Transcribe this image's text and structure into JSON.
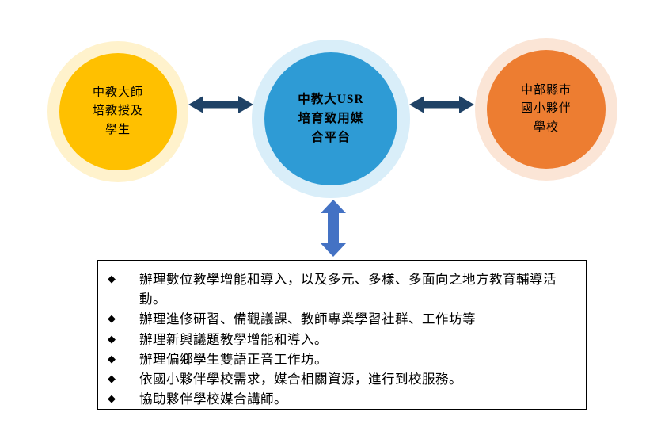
{
  "colors": {
    "left_fill": "#FFC000",
    "left_halo": "#FFF2CC",
    "center_fill": "#2E9BD5",
    "center_halo": "#D9EEF9",
    "right_fill": "#ED7D31",
    "right_halo": "#FBE5D6",
    "arrow_dark": "#1F4266",
    "arrow_blue": "#4472C4",
    "text": "#000000",
    "border": "#000000"
  },
  "diagram": {
    "nodes": {
      "left": {
        "lines": [
          "中教大師",
          "培教授及",
          "學生"
        ]
      },
      "center": {
        "lines": [
          "中教大USR",
          "培育致用媒",
          "合平台"
        ]
      },
      "right": {
        "lines": [
          "中部縣市",
          "國小夥伴",
          "學校"
        ]
      }
    },
    "list": {
      "bullet": "◆",
      "items": [
        "辦理數位教學增能和導入，以及多元、多樣、多面向之地方教育輔導活動。",
        "辦理進修研習、備觀議課、教師專業學習社群、工作坊等",
        "辦理新興議題教學增能和導入。",
        "辦理偏鄉學生雙語正音工作坊。",
        "依國小夥伴學校需求，媒合相關資源，進行到校服務。",
        "協助夥伴學校媒合講師。"
      ]
    }
  }
}
